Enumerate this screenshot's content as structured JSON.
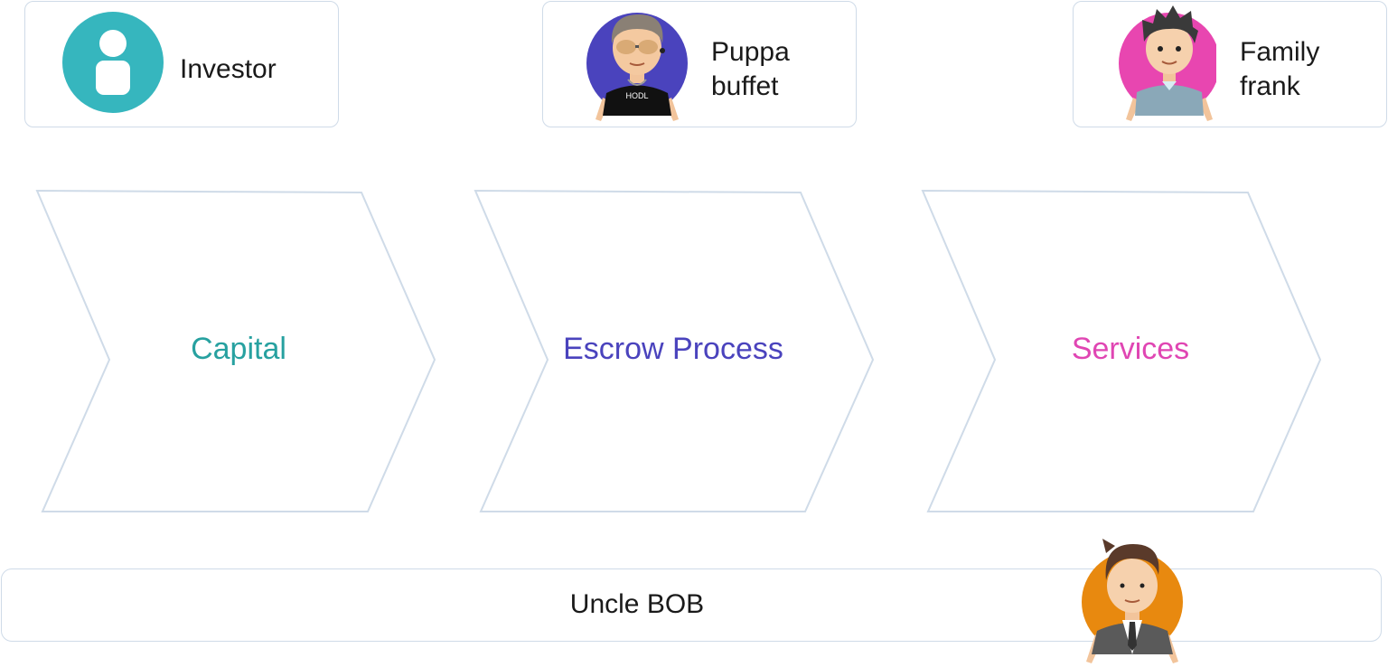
{
  "personas": {
    "investor": {
      "label": "Investor",
      "icon": "person-icon",
      "color": "#36b6be"
    },
    "puppa": {
      "label": "Puppa\nbuffet",
      "shirt_text": "HODL",
      "color": "#4a43bd"
    },
    "frank": {
      "label": "Family\nfrank",
      "color": "#e846b0"
    },
    "bob": {
      "label": "Uncle BOB",
      "color": "#e8890f"
    }
  },
  "stages": [
    {
      "label": "Capital",
      "color": "#27a1a0"
    },
    {
      "label": "Escrow Process",
      "color": "#4a43bd"
    },
    {
      "label": "Services",
      "color": "#e046b3"
    }
  ]
}
